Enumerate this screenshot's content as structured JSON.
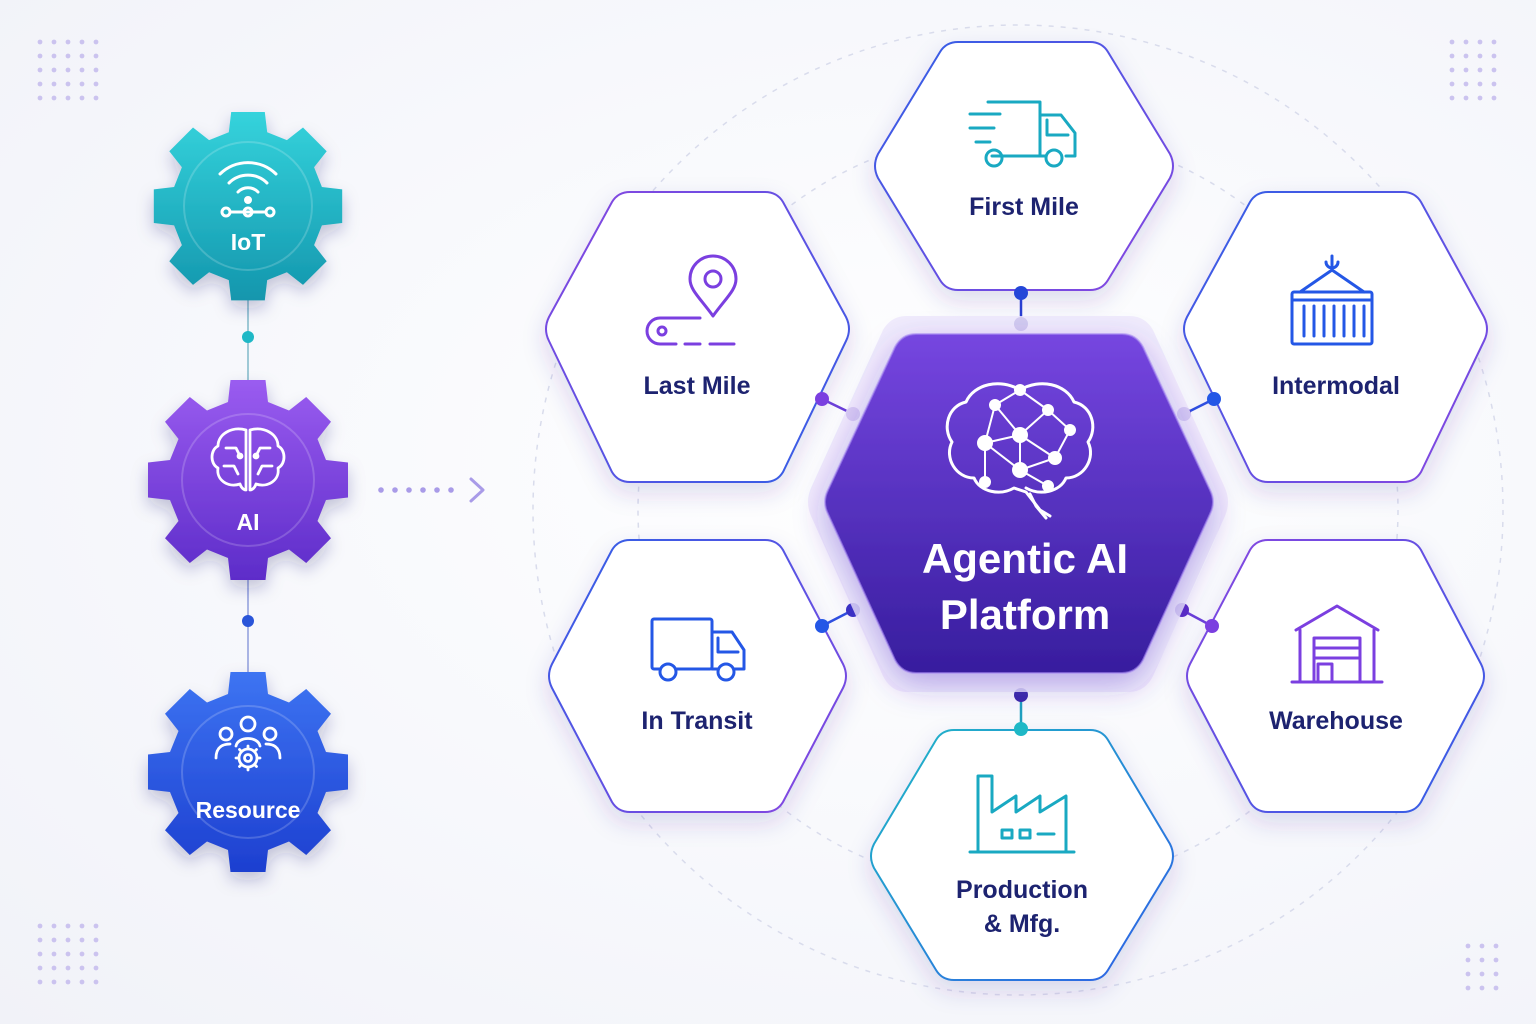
{
  "gears": [
    {
      "id": "iot",
      "label": "IoT",
      "icon": "wifi-network-icon"
    },
    {
      "id": "ai",
      "label": "AI",
      "icon": "brain-circuit-icon"
    },
    {
      "id": "resource",
      "label": "Resource",
      "icon": "team-gear-icon"
    }
  ],
  "center": {
    "line1": "Agentic AI",
    "line2": "Platform",
    "icon": "neural-brain-icon"
  },
  "nodes": {
    "first_mile": {
      "label": "First Mile",
      "icon": "fast-truck-icon"
    },
    "last_mile": {
      "label": "Last Mile",
      "icon": "route-pin-icon"
    },
    "intermodal": {
      "label": "Intermodal",
      "icon": "shipping-container-icon"
    },
    "in_transit": {
      "label": "In Transit",
      "icon": "truck-icon"
    },
    "warehouse": {
      "label": "Warehouse",
      "icon": "warehouse-icon"
    },
    "production": {
      "line1": "Production",
      "line2": "& Mfg.",
      "icon": "factory-icon"
    }
  },
  "colors": {
    "teal": "#1fb8c6",
    "purple": "#7b3fe0",
    "blue": "#2457e6",
    "navy": "#1d2370",
    "center_top": "#7443de",
    "center_bottom": "#3a1fa6"
  }
}
